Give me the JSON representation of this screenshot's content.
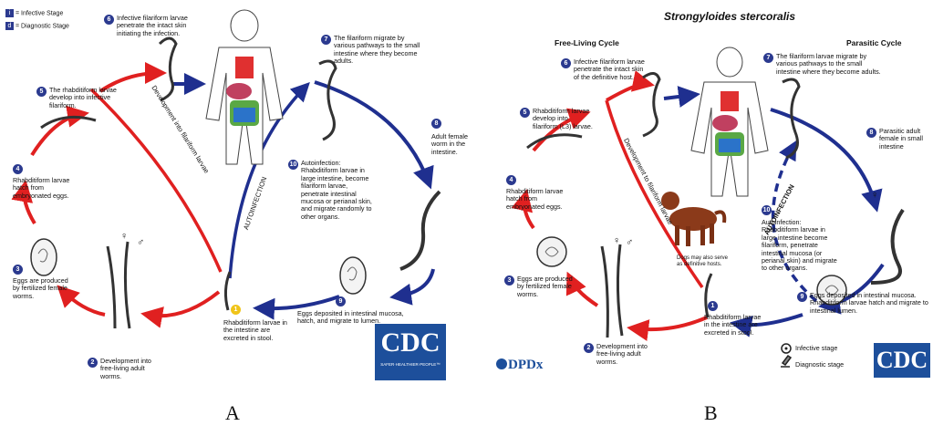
{
  "panel_a": {
    "caption": "A",
    "legend": {
      "infective": "= Infective Stage",
      "infective_symbol": "i",
      "diagnostic": "= Diagnostic Stage",
      "diagnostic_symbol": "d"
    },
    "steps": [
      {
        "n": "1",
        "text": "Rhabditiform larvae in the intestine are excreted in stool."
      },
      {
        "n": "2",
        "text": "Development into free-living adult worms."
      },
      {
        "n": "3",
        "text": "Eggs are produced by fertilized female worms."
      },
      {
        "n": "4",
        "text": "Rhabditiform larvae hatch from embryonated eggs."
      },
      {
        "n": "5",
        "text": "The rhabditiform larvae develop into infective filariform."
      },
      {
        "n": "6",
        "text": "Infective filariform larvae penetrate the intact skin initiating the infection."
      },
      {
        "n": "7",
        "text": "The filariform migrate by various pathways to the small intestine where they become adults."
      },
      {
        "n": "8",
        "text": "Adult female worm in the intestine."
      },
      {
        "n": "9",
        "text": "Eggs deposited in intestinal mucosa, hatch, and migrate to lumen."
      },
      {
        "n": "10",
        "text": "Autoinfection: Rhabditiform larvae in large intestine, become filariform larvae, penetrate intestinal mucosa or perianal skin, and migrate randomly to other organs."
      }
    ],
    "arc_label": "Development into filariform larvae",
    "auto_label": "AUTOINFECTION",
    "logo": "CDC",
    "logo_tagline": "SAFER·HEALTHIER·PEOPLE™",
    "symbol_female": "♀",
    "symbol_male": "♂"
  },
  "panel_b": {
    "caption": "B",
    "title": "Strongyloides stercoralis",
    "free_living": "Free-Living Cycle",
    "parasitic": "Parasitic Cycle",
    "steps": [
      {
        "n": "1",
        "text": "Rhabditiform larvae in the intestine are excreted in stool."
      },
      {
        "n": "2",
        "text": "Development into free-living adult worms."
      },
      {
        "n": "3",
        "text": "Eggs are produced by fertilized female worms."
      },
      {
        "n": "4",
        "text": "Rhabditiform larvae hatch from embryonated eggs."
      },
      {
        "n": "5",
        "text": "Rhabditiform larvae develop into filariform (L3) larvae."
      },
      {
        "n": "6",
        "text": "Infective filariform larvae penetrate the intact skin of the definitive host."
      },
      {
        "n": "7",
        "text": "The filariform larvae migrate by various pathways to the small intestine where they become adults."
      },
      {
        "n": "8",
        "text": "Parasitic adult female in small intestine"
      },
      {
        "n": "9",
        "text": "Eggs deposited in intestinal mucosa. Rhabditiform larvae hatch and migrate to intestinal lumen."
      },
      {
        "n": "10",
        "text": "Autoinfection: Rhabditiform larvae in large intestine become filariform, penetrate intestinal mucosa (or perianal skin) and migrate to other organs."
      }
    ],
    "arc_label": "Development to filariform larvae",
    "auto_label": "AUTOINFECTION",
    "dog_note": "Dogs may also serve as definitive hosts.",
    "legend_infective": "Infective stage",
    "legend_diagnostic": "Diagnostic stage",
    "dpdx": "DPDx",
    "logo": "CDC",
    "symbol_female": "♀",
    "symbol_male": "♂"
  },
  "colors": {
    "red": "#e02020",
    "blue": "#1f2f8f",
    "cdc": "#1d4f9b"
  }
}
